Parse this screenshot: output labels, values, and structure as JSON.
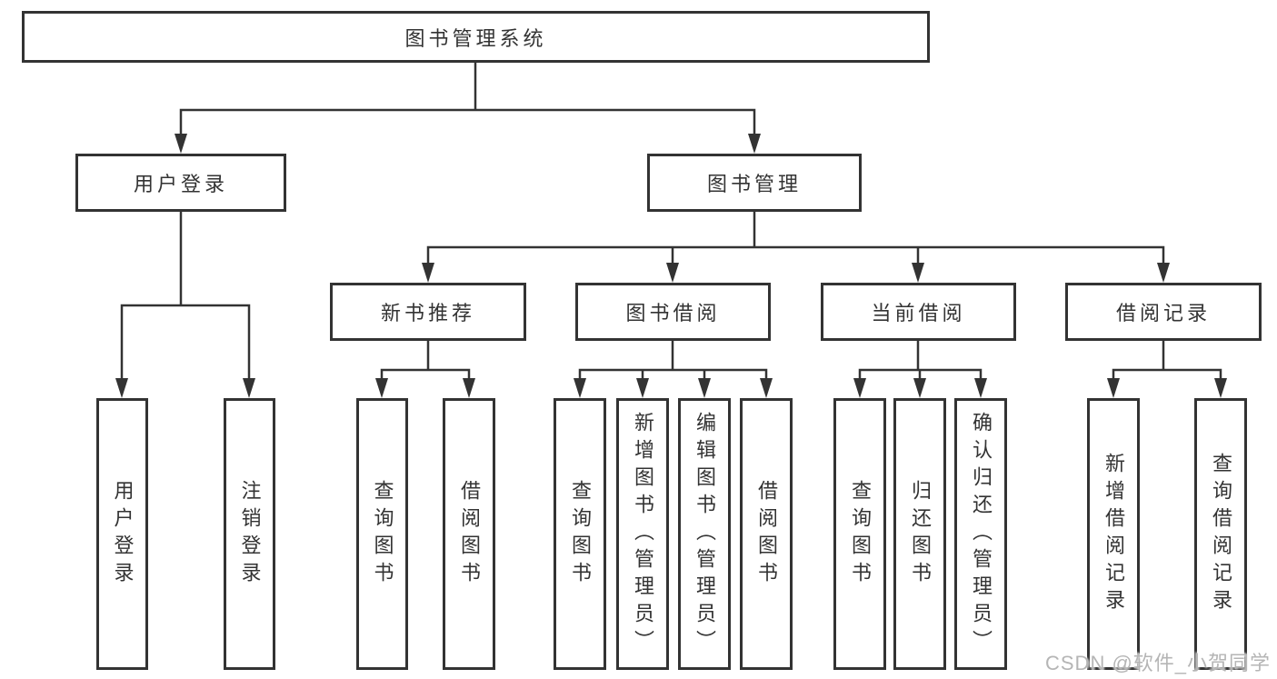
{
  "diagram": {
    "title": "图书管理系统",
    "children": [
      {
        "label": "用户登录",
        "children": [
          {
            "label": "用户登录"
          },
          {
            "label": "注销登录"
          }
        ]
      },
      {
        "label": "图书管理",
        "children": [
          {
            "label": "新书推荐",
            "children": [
              {
                "label": "查询图书"
              },
              {
                "label": "借阅图书"
              }
            ]
          },
          {
            "label": "图书借阅",
            "children": [
              {
                "label": "查询图书"
              },
              {
                "label": "新增图书（管理员）"
              },
              {
                "label": "编辑图书（管理员）"
              },
              {
                "label": "借阅图书"
              }
            ]
          },
          {
            "label": "当前借阅",
            "children": [
              {
                "label": "查询图书"
              },
              {
                "label": "归还图书"
              },
              {
                "label": "确认归还（管理员）"
              }
            ]
          },
          {
            "label": "借阅记录",
            "children": [
              {
                "label": "新增借阅记录"
              },
              {
                "label": "查询借阅记录"
              }
            ]
          }
        ]
      }
    ]
  },
  "watermark": {
    "text": "CSDN @软件_小贺同学"
  },
  "colors": {
    "line": "#333333",
    "border": "#333333",
    "box_fill": "#ffffff",
    "text": "#333333",
    "watermark": "#b5b5b5"
  }
}
